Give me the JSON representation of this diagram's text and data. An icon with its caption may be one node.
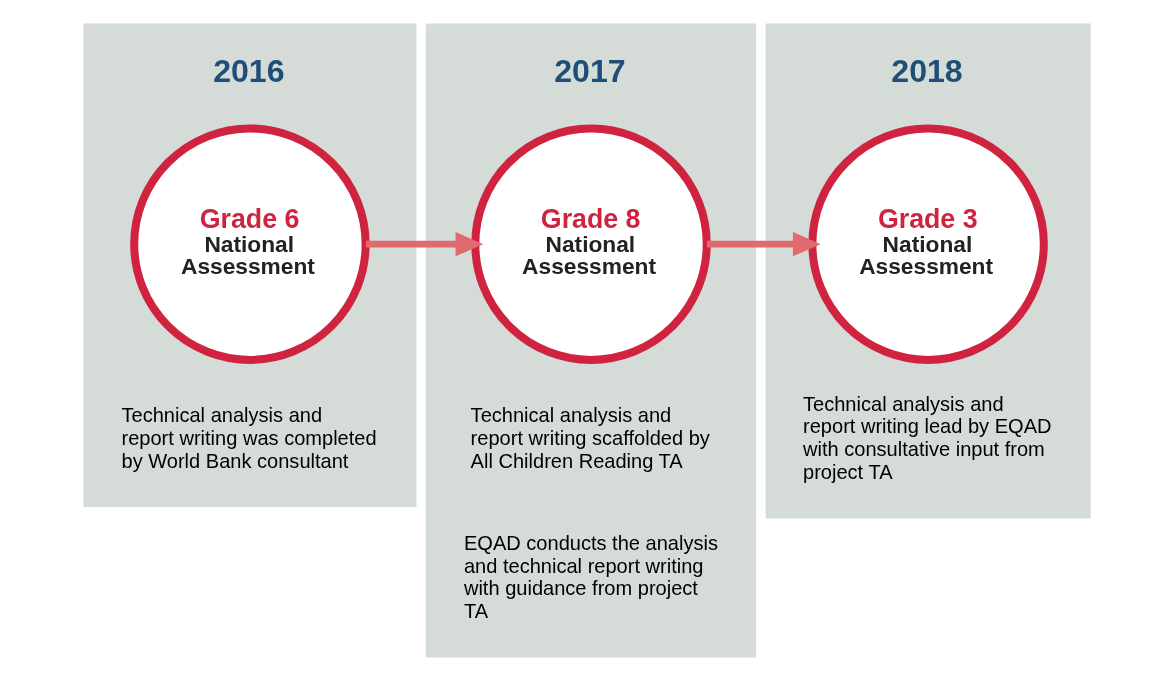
{
  "diagram": {
    "nodes": [
      {
        "text": [],
        "shape": "box"
      },
      {
        "text": [
          "Grade 6",
          "National Assessment"
        ],
        "in": 0,
        "beside": [
          "2016",
          "Technical analysis and report writing was completed by World Bank consultant"
        ]
      },
      {
        "text": [],
        "shape": "box"
      },
      {
        "text": [
          "Grade 8",
          "National Assessment"
        ],
        "in": 2,
        "beside": [
          "2017",
          "Technical analysis and report writing scaffolded by All Children Reading TA",
          "EQAD conducts the analysis and technical report writing with guidance from project TA"
        ]
      },
      {
        "text": [],
        "shape": "box"
      },
      {
        "text": [
          "Grade 3",
          "National Assessment"
        ],
        "in": 4,
        "beside": [
          "2018",
          "Technical analysis and report writing lead by EQAD with consultative input from project TA"
        ]
      }
    ],
    "edges": [
      {
        "from": 1,
        "to": 3,
        "arrow": "to"
      },
      {
        "from": 3,
        "to": 5,
        "arrow": "to"
      }
    ]
  }
}
